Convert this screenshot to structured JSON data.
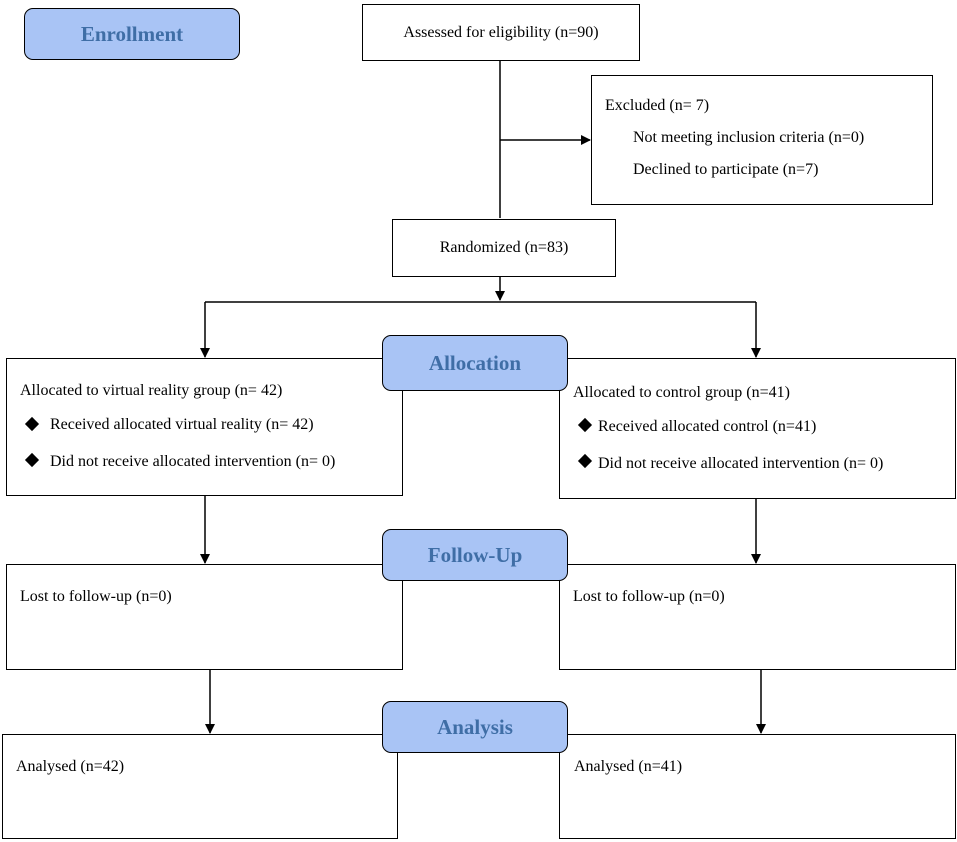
{
  "stages": {
    "enrollment": "Enrollment",
    "allocation": "Allocation",
    "follow_up": "Follow-Up",
    "analysis": "Analysis"
  },
  "enrollment": {
    "assessed": "Assessed for eligibility (n=90)",
    "excluded": {
      "title": "Excluded (n= 7)",
      "items": [
        "Not meeting inclusion criteria (n=0)",
        "Declined to participate (n=7)"
      ]
    },
    "randomized": "Randomized (n=83)"
  },
  "allocation": {
    "left": {
      "title": "Allocated to virtual reality group (n= 42)",
      "items": [
        "Received allocated virtual reality (n= 42)",
        "Did not receive allocated intervention (n= 0)"
      ]
    },
    "right": {
      "title": "Allocated to control group (n=41)",
      "items": [
        "Received allocated control (n=41)",
        "Did not receive allocated intervention (n= 0)"
      ]
    }
  },
  "follow_up": {
    "left": "Lost to follow-up (n=0)",
    "right": "Lost to follow-up (n=0)"
  },
  "analysis": {
    "left": "Analysed (n=42)",
    "right": "Analysed (n=41)"
  }
}
